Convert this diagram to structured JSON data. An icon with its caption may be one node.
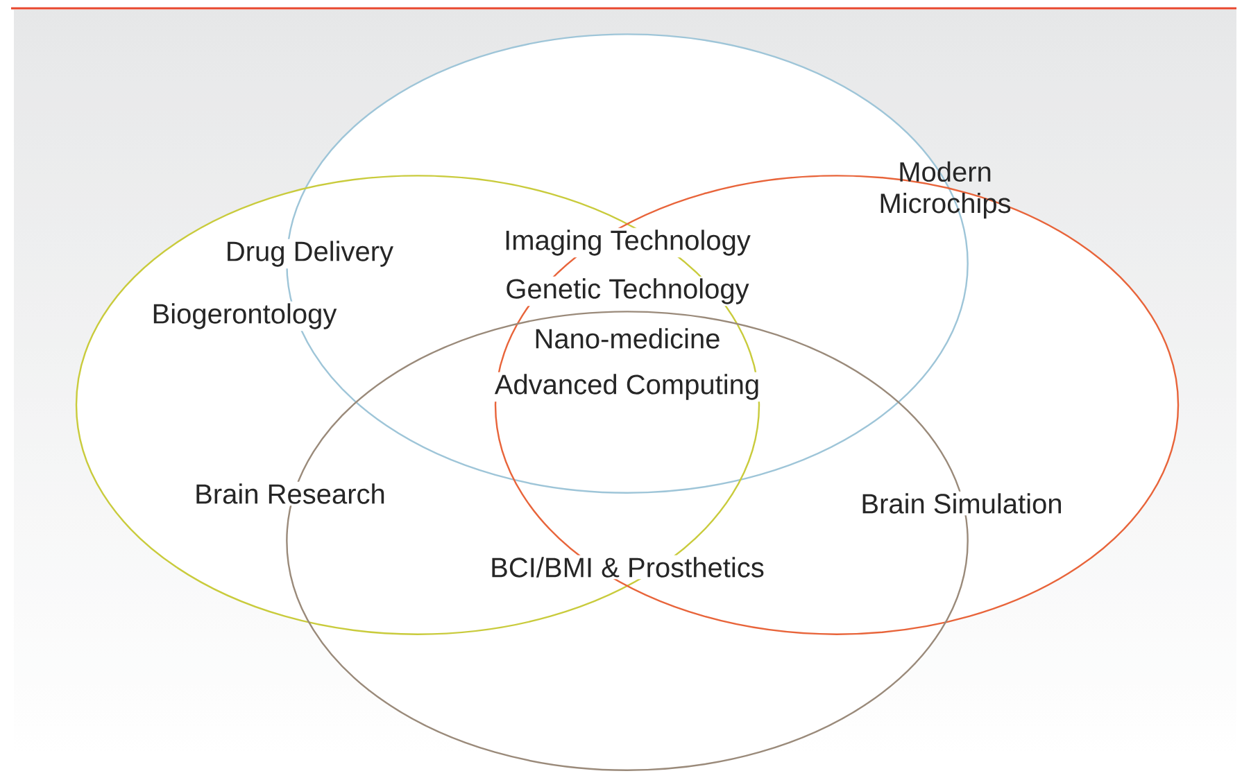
{
  "diagram": {
    "nodes": [
      {
        "text": [],
        "shape": "ellipse"
      },
      {
        "text": [],
        "shape": "ellipse"
      },
      {
        "text": [],
        "shape": "ellipse"
      },
      {
        "text": [],
        "shape": "ellipse"
      }
    ],
    "labels": [
      "Modern Microchips",
      "Imaging Technology",
      "Drug Delivery",
      "Genetic Technology",
      "Biogerontology",
      "Nano-medicine",
      "Advanced Computing",
      "Brain Research",
      "Brain Simulation",
      "BCI/BMI & Prosthetics"
    ]
  }
}
